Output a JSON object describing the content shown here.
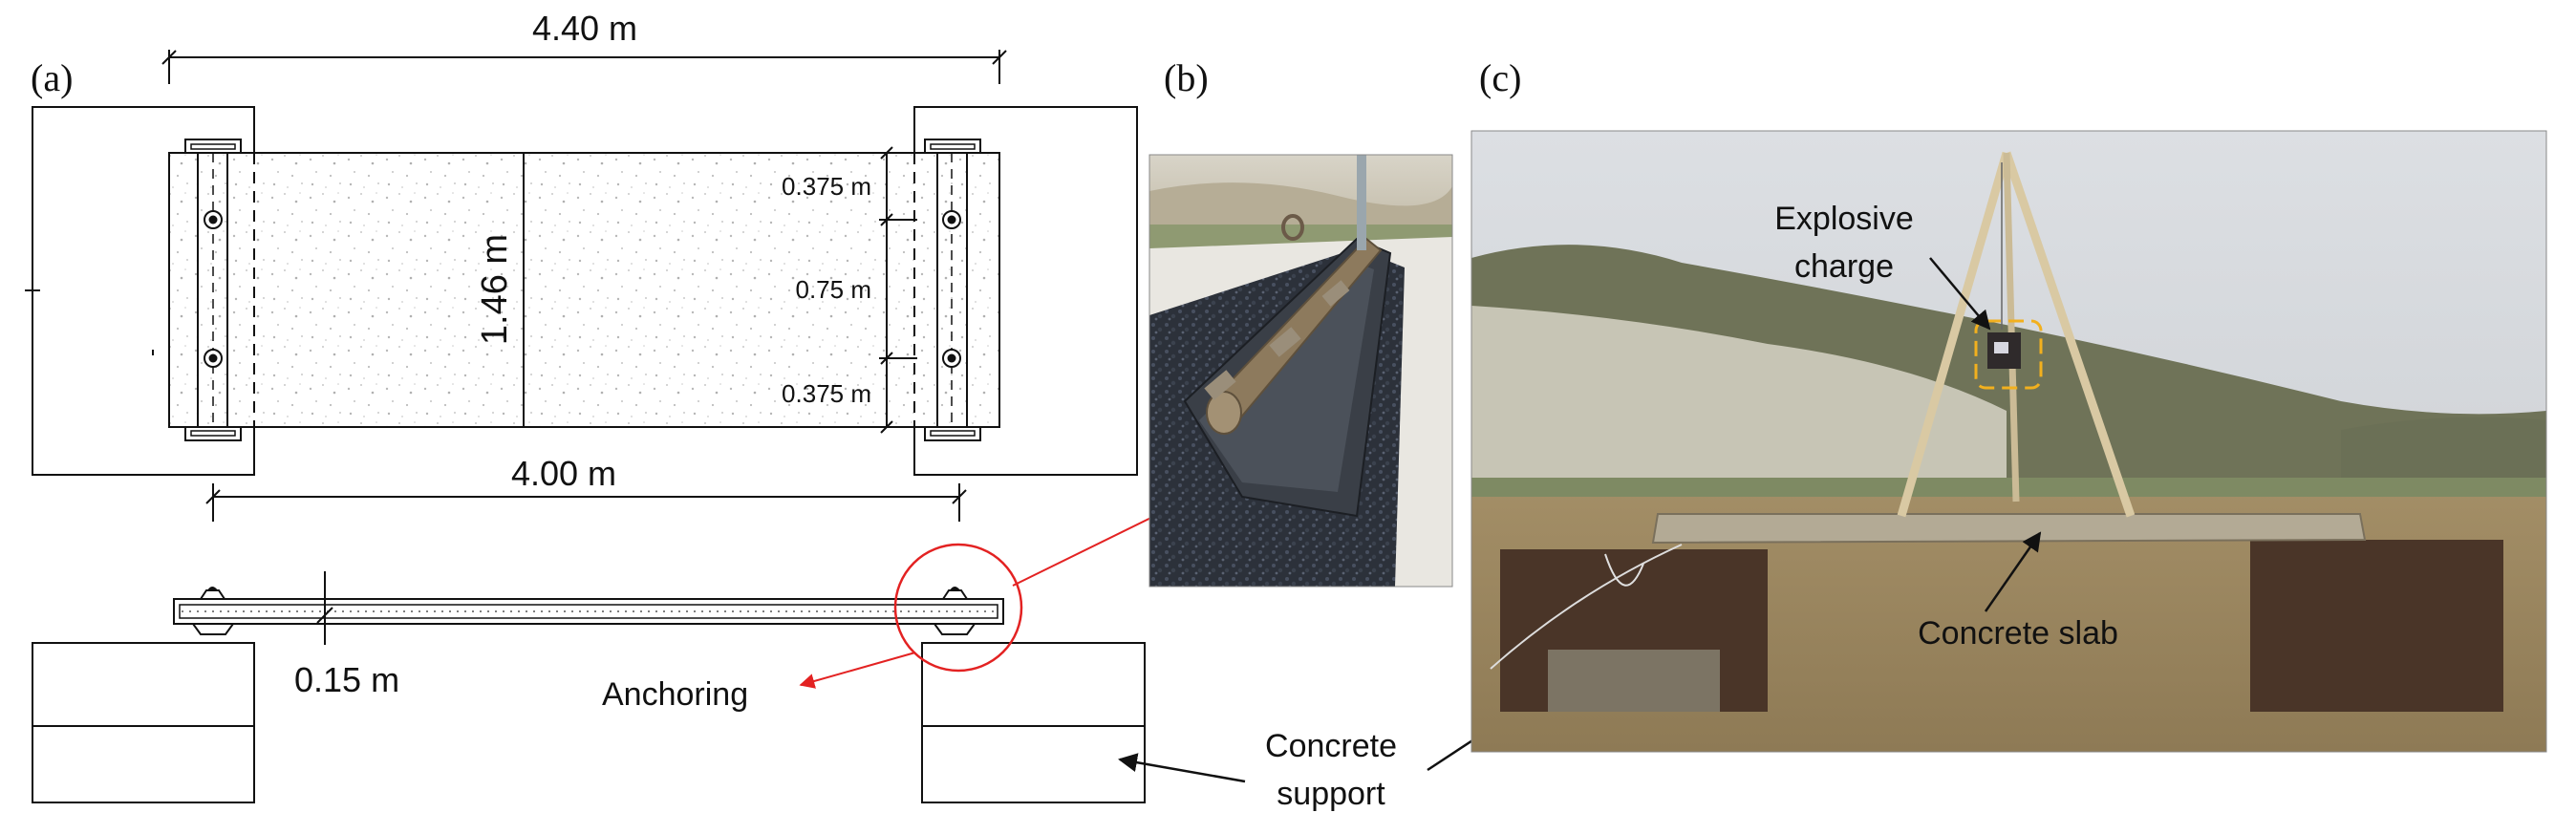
{
  "panels": {
    "a": "(a)",
    "b": "(b)",
    "c": "(c)"
  },
  "dimensions": {
    "total_length": "4.40 m",
    "span": "4.00 m",
    "width": "1.46 m",
    "edge_offset_top": "0.375 m",
    "anchor_spacing": "0.75 m",
    "edge_offset_bottom": "0.375 m",
    "thickness": "0.15 m"
  },
  "labels": {
    "anchoring": "Anchoring",
    "support_line1": "Concrete",
    "support_line2": "support",
    "charge_line1": "Explosive",
    "charge_line2": "charge",
    "slab": "Concrete slab"
  },
  "colors": {
    "line": "#111111",
    "callout_red": "#e32222",
    "charge_box": "#f2b01e"
  }
}
